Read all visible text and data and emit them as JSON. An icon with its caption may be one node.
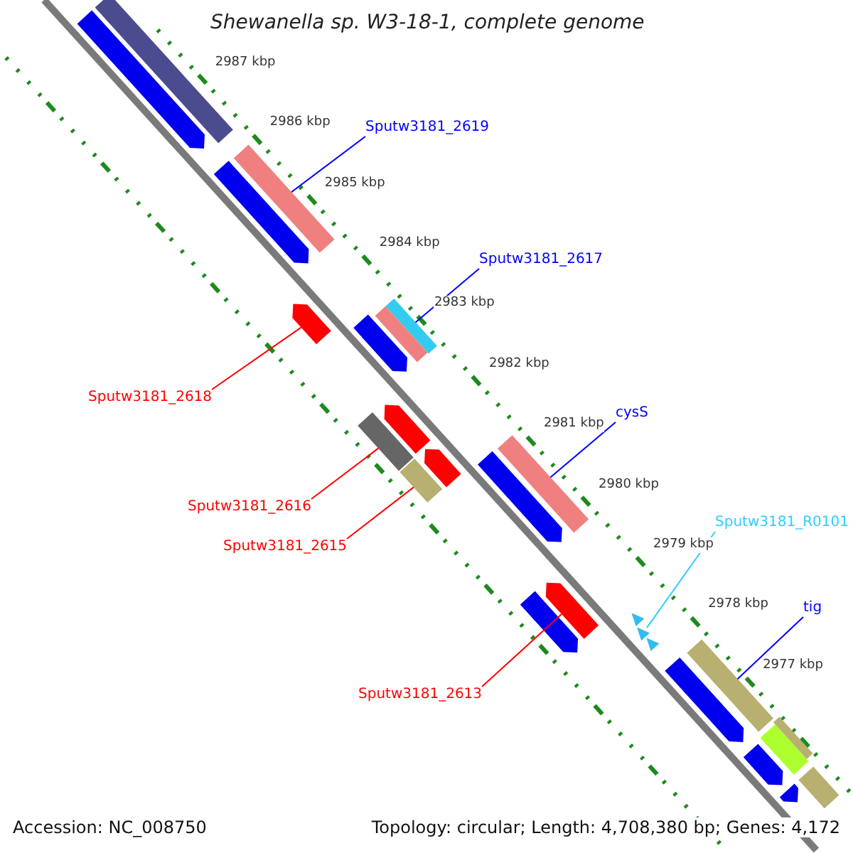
{
  "diagram": {
    "title": "Shewanella sp. W3-18-1, complete genome",
    "nodes": [
      {
        "text": [
          "Sputw3181_2619"
        ]
      },
      {
        "text": [],
        "shape": "bar"
      },
      {
        "text": [
          "Sputw3181_2617"
        ]
      },
      {
        "text": [],
        "shape": "bar"
      },
      {
        "text": [
          "Sputw3181_2618"
        ]
      },
      {
        "text": [],
        "shape": "arrow"
      },
      {
        "text": [
          "cysS"
        ]
      },
      {
        "text": [],
        "shape": "bar"
      },
      {
        "text": [
          "Sputw3181_2616"
        ]
      },
      {
        "text": [],
        "shape": "bar"
      },
      {
        "text": [
          "Sputw3181_2615"
        ]
      },
      {
        "text": [],
        "shape": "bar"
      },
      {
        "text": [
          "Sputw3181_R0101"
        ]
      },
      {
        "text": [],
        "shape": "triangle"
      },
      {
        "text": [
          "tig"
        ]
      },
      {
        "text": [],
        "shape": "bar"
      },
      {
        "text": [
          "Sputw3181_2613"
        ]
      },
      {
        "text": [],
        "shape": "arrow"
      },
      {
        "text": [],
        "shape": "arrow"
      },
      {
        "text": [],
        "shape": "bar"
      },
      {
        "text": [],
        "shape": "arrow"
      },
      {
        "text": [],
        "shape": "arrow"
      },
      {
        "text": [],
        "shape": "bar"
      },
      {
        "text": [],
        "shape": "arrow"
      },
      {
        "text": [],
        "shape": "arrow"
      },
      {
        "text": [],
        "shape": "arrow"
      },
      {
        "text": [],
        "shape": "arrow"
      },
      {
        "text": [],
        "shape": "arrow"
      },
      {
        "text": [],
        "shape": "bar"
      },
      {
        "text": [],
        "shape": "bar"
      },
      {
        "text": [],
        "shape": "arrow"
      },
      {
        "text": [],
        "shape": "bar"
      },
      {
        "text": [],
        "shape": "arrow"
      }
    ],
    "edges": [
      {
        "from": 0,
        "to": 1,
        "arrow": "none"
      },
      {
        "from": 2,
        "to": 3,
        "arrow": "none"
      },
      {
        "from": 4,
        "to": 5,
        "arrow": "none",
        "color": "#ff0000"
      },
      {
        "from": 6,
        "to": 7,
        "arrow": "none"
      },
      {
        "from": 8,
        "to": 9,
        "arrow": "none",
        "color": "#ff0000"
      },
      {
        "from": 10,
        "to": 11,
        "arrow": "none",
        "color": "#ff0000"
      },
      {
        "from": 12,
        "to": 13,
        "arrow": "none",
        "color": "#33ccff"
      },
      {
        "from": 14,
        "to": 15,
        "arrow": "none"
      },
      {
        "from": 16,
        "to": 17,
        "arrow": "none",
        "color": "#ff0000"
      }
    ],
    "labels": [
      "2987 kbp",
      "2986 kbp",
      "2985 kbp",
      "2984 kbp",
      "2983 kbp",
      "2982 kbp",
      "2981 kbp",
      "2980 kbp",
      "2979 kbp",
      "2978 kbp",
      "2977 kbp",
      "Accession: NC_008750",
      "Topology: circular; Length: 4,708,380 bp; Genes: 4,172"
    ]
  }
}
